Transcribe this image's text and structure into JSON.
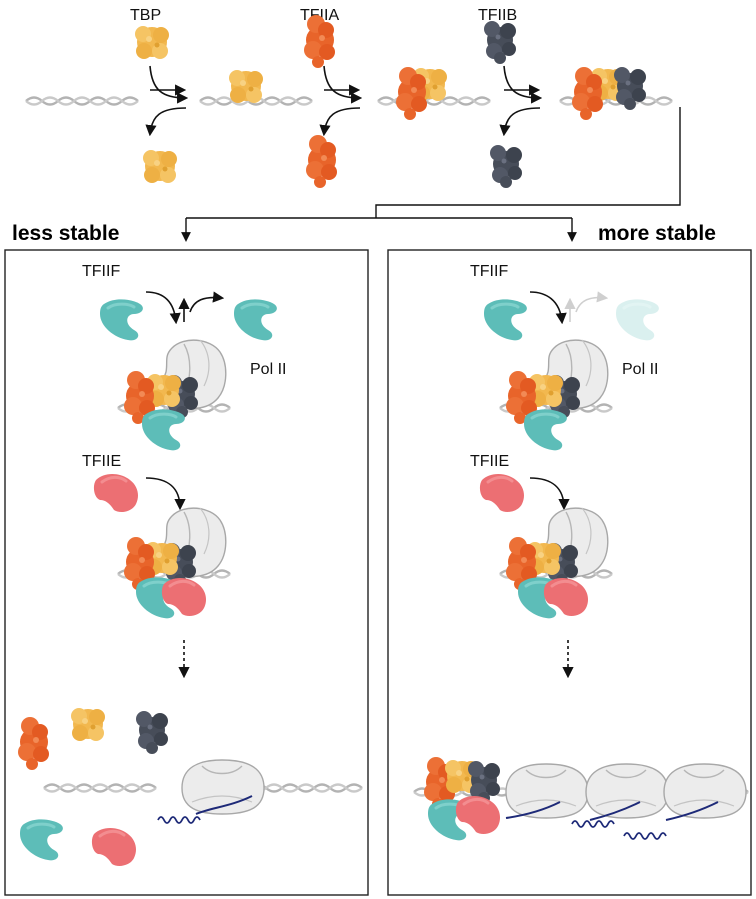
{
  "labels": {
    "tbp": "TBP",
    "tfiia": "TFIIA",
    "tfiib": "TFIIB",
    "tfiif": "TFIIF",
    "tfiie": "TFIIE",
    "pol2": "Pol II"
  },
  "panels": {
    "left_title": "less stable",
    "right_title": "more stable"
  },
  "colors": {
    "tbp": "#f2b84f",
    "tfiia": "#e8642a",
    "tfiib": "#474d59",
    "tfiif": "#5dbdb8",
    "tfiie": "#ec6f73",
    "pol2_fill": "#ececec",
    "pol2_stroke": "#a8a8a8",
    "dna": "#b3b3b3",
    "rna": "#1e2a78",
    "arrow": "#111111"
  },
  "icons": [
    "dna-icon",
    "tbp-protein-icon",
    "tfiia-protein-icon",
    "tfiib-protein-icon",
    "tfiif-protein-icon",
    "tfiie-protein-icon",
    "pol2-icon",
    "rna-transcript-icon",
    "arrow-icon"
  ]
}
